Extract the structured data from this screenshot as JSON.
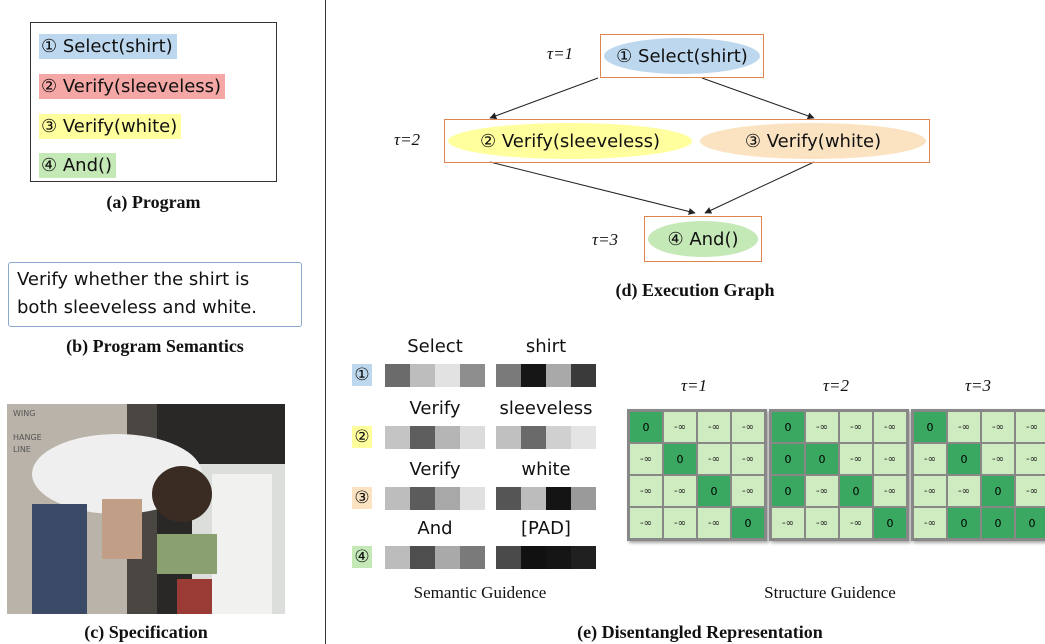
{
  "program": {
    "lines": [
      {
        "text": "① Select(shirt)",
        "color": "#bdd7ee"
      },
      {
        "text": "② Verify(sleeveless)",
        "color": "#f4a7a5"
      },
      {
        "text": "③ Verify(white)",
        "color": "#ffff9e"
      },
      {
        "text": "④ And()",
        "color": "#c5e8b7"
      }
    ],
    "caption": "(a) Program"
  },
  "semantics": {
    "lines": [
      "Verify whether the shirt is",
      "both sleeveless and white."
    ],
    "caption": "(b) Program Semantics"
  },
  "specification": {
    "caption": "(c) Specification",
    "image_text": "WING HANGE LINE"
  },
  "execution_graph": {
    "caption": "(d) Execution Graph",
    "levels": [
      "τ=1",
      "τ=2",
      "τ=3"
    ],
    "nodes": [
      {
        "label": "① Select(shirt)",
        "color": "#bdd7ee"
      },
      {
        "label": "② Verify(sleeveless)",
        "color": "#ffff9e"
      },
      {
        "label": "③ Verify(white)",
        "color": "#fbe3c2"
      },
      {
        "label": "④ And()",
        "color": "#c5e8b7"
      }
    ]
  },
  "semantic_guidance": {
    "caption": "Semantic Guidence",
    "rows": [
      {
        "num": "①",
        "num_color": "#bdd7ee",
        "words": [
          "Select",
          "shirt"
        ],
        "bars": [
          [
            "#6b6b6b",
            "#bdbdbd",
            "#e2e2e2",
            "#8e8e8e"
          ],
          [
            "#7a7a7a",
            "#161616",
            "#a9a9a9",
            "#3a3a3a"
          ]
        ]
      },
      {
        "num": "②",
        "num_color": "#ffff9e",
        "words": [
          "Verify",
          "sleeveless"
        ],
        "bars": [
          [
            "#c4c4c4",
            "#5e5e5e",
            "#b5b5b5",
            "#dcdcdc"
          ],
          [
            "#c0c0c0",
            "#6a6a6a",
            "#d0d0d0",
            "#e4e4e4"
          ]
        ]
      },
      {
        "num": "③",
        "num_color": "#fbe3c2",
        "words": [
          "Verify",
          "white"
        ],
        "bars": [
          [
            "#bdbdbd",
            "#5c5c5c",
            "#a8a8a8",
            "#e0e0e0"
          ],
          [
            "#555555",
            "#bcbcbc",
            "#141414",
            "#9a9a9a"
          ]
        ]
      },
      {
        "num": "④",
        "num_color": "#c5e8b7",
        "words": [
          "And",
          "[PAD]"
        ],
        "bars": [
          [
            "#bcbcbc",
            "#4e4e4e",
            "#a9a9a9",
            "#7a7a7a"
          ],
          [
            "#4a4a4a",
            "#111111",
            "#151515",
            "#202020"
          ]
        ]
      }
    ]
  },
  "structure_guidance": {
    "caption": "Structure Guidence",
    "matrices": [
      {
        "tau": "τ=1",
        "cells": [
          [
            "0",
            "-∞",
            "-∞",
            "-∞"
          ],
          [
            "-∞",
            "0",
            "-∞",
            "-∞"
          ],
          [
            "-∞",
            "-∞",
            "0",
            "-∞"
          ],
          [
            "-∞",
            "-∞",
            "-∞",
            "0"
          ]
        ]
      },
      {
        "tau": "τ=2",
        "cells": [
          [
            "0",
            "-∞",
            "-∞",
            "-∞"
          ],
          [
            "0",
            "0",
            "-∞",
            "-∞"
          ],
          [
            "0",
            "-∞",
            "0",
            "-∞"
          ],
          [
            "-∞",
            "-∞",
            "-∞",
            "0"
          ]
        ]
      },
      {
        "tau": "τ=3",
        "cells": [
          [
            "0",
            "-∞",
            "-∞",
            "-∞"
          ],
          [
            "-∞",
            "0",
            "-∞",
            "-∞"
          ],
          [
            "-∞",
            "-∞",
            "0",
            "-∞"
          ],
          [
            "-∞",
            "0",
            "0",
            "0"
          ]
        ]
      }
    ]
  },
  "representation_caption": "(e) Disentangled Representation"
}
